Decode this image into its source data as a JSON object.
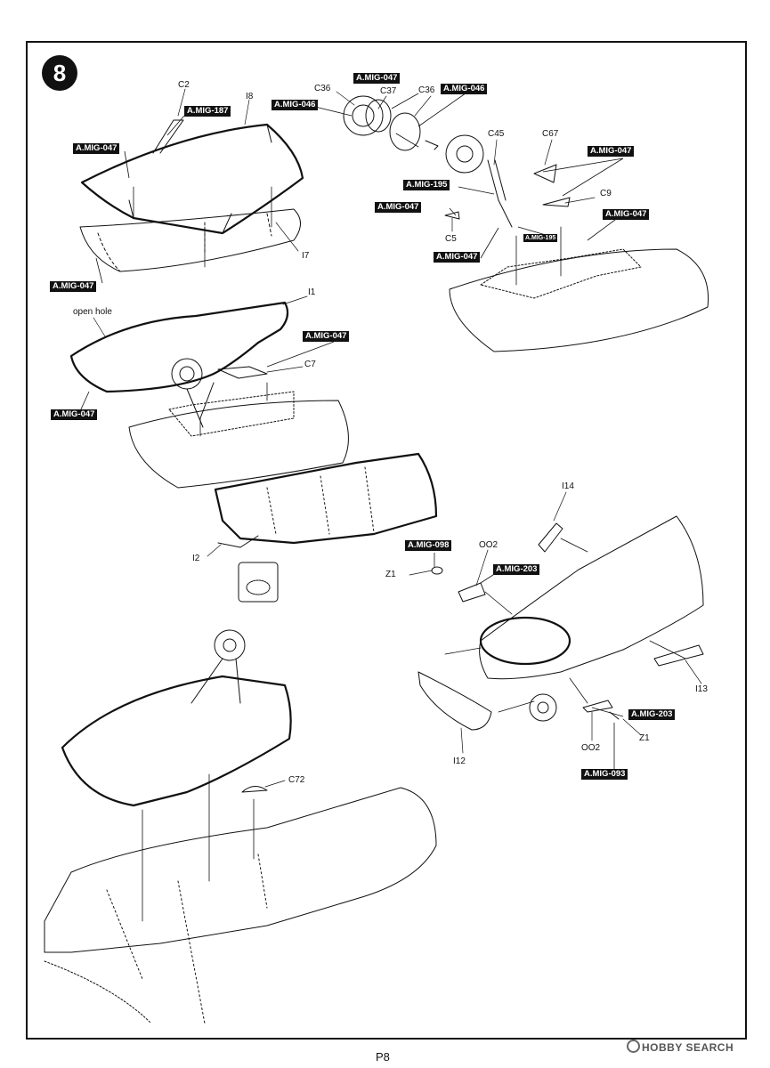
{
  "step_number": "8",
  "page_number": "P8",
  "watermark": "HOBBY SEARCH",
  "part_labels": {
    "c2": "C2",
    "i8": "I8",
    "i7": "I7",
    "c36a": "C36",
    "c37": "C37",
    "c36b": "C36",
    "c45": "C45",
    "c67": "C67",
    "c9": "C9",
    "c5": "C5",
    "i1": "I1",
    "c7": "C7",
    "open_hole": "open hole",
    "i2": "I2",
    "i14": "I14",
    "oo2a": "OO2",
    "z1a": "Z1",
    "i13": "I13",
    "i12": "I12",
    "oo2b": "OO2",
    "z1b": "Z1",
    "c72": "C72"
  },
  "color_tags": {
    "t1": "A.MIG-047",
    "t2": "A.MIG-187",
    "t3": "A.MIG-047",
    "t4": "A.MIG-046",
    "t5": "A.MIG-046",
    "t6": "A.MIG-047",
    "t7": "A.MIG-195",
    "t8": "A.MIG-047",
    "t9": "A.MIG-047",
    "t10": "A.MIG-195",
    "t11": "A.MIG-047",
    "t12": "A.MIG-047",
    "t13": "A.MIG-047",
    "t14": "A.MIG-047",
    "t15": "A.MIG-098",
    "t16": "A.MIG-203",
    "t17": "A.MIG-203",
    "t18": "A.MIG-093"
  }
}
